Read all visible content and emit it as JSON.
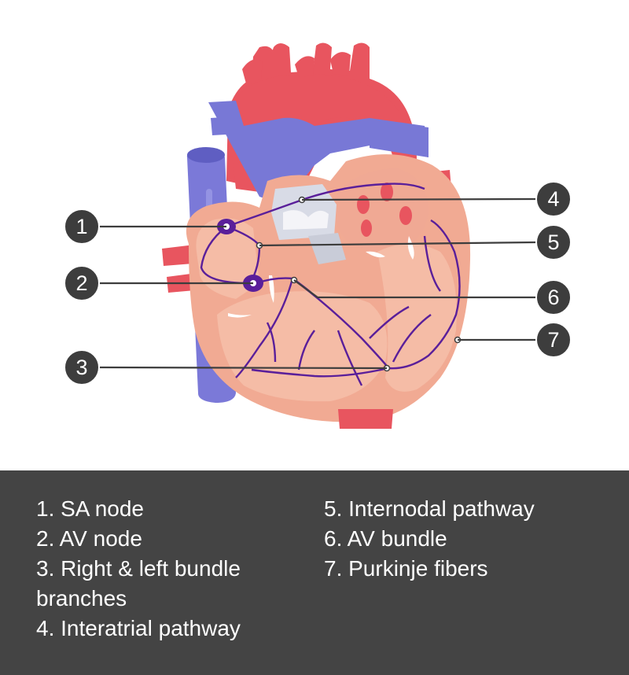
{
  "markers": [
    {
      "num": "1",
      "label": "SA node"
    },
    {
      "num": "2",
      "label": "AV node"
    },
    {
      "num": "3",
      "label": "Right & left bundle branches"
    },
    {
      "num": "4",
      "label": "Interatrial pathway"
    },
    {
      "num": "5",
      "label": "Internodal pathway"
    },
    {
      "num": "6",
      "label": "AV bundle"
    },
    {
      "num": "7",
      "label": "Purkinje fibers"
    }
  ],
  "legend": {
    "left": [
      "1. SA node",
      "2. AV node",
      "3. Right & left bundle branches",
      "4. Interatrial pathway"
    ],
    "right": [
      "5. Internodal pathway",
      "6. AV bundle",
      "7. Purkinje fibers"
    ]
  },
  "colors": {
    "aorta": "#e8555f",
    "vein": "#7878d6",
    "myocardium": "#f1aa93",
    "chamber": "#f5bca6",
    "conduction": "#5a1f9a",
    "marker": "#3d3d3d",
    "legend_bg": "#444444"
  }
}
